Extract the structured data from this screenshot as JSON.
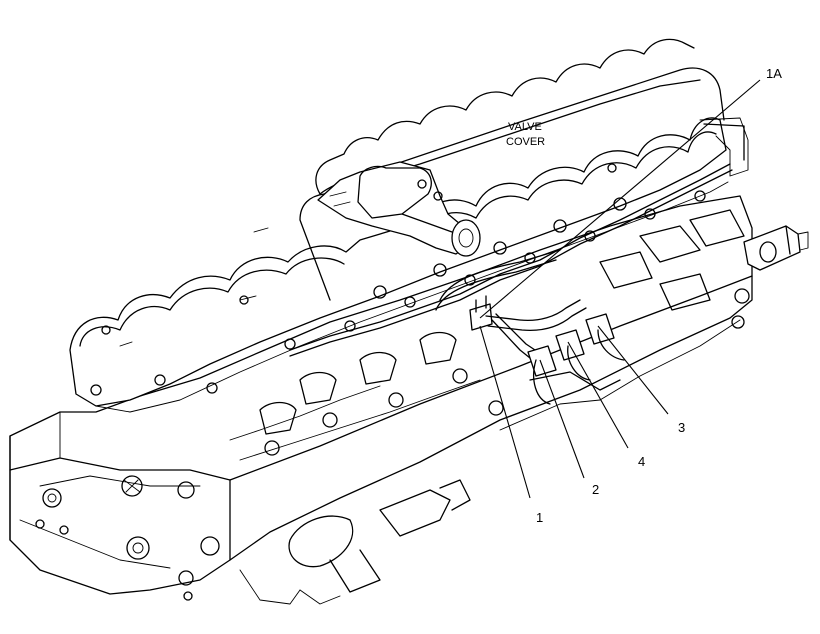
{
  "diagram": {
    "cover_label_line1": "VALVE",
    "cover_label_line2": "COVER",
    "callouts": [
      {
        "id": "1A",
        "text": "1A"
      },
      {
        "id": "1",
        "text": "1"
      },
      {
        "id": "2",
        "text": "2"
      },
      {
        "id": "3",
        "text": "3"
      },
      {
        "id": "4",
        "text": "4"
      }
    ],
    "line_color": "#000000",
    "background_color": "#ffffff"
  }
}
